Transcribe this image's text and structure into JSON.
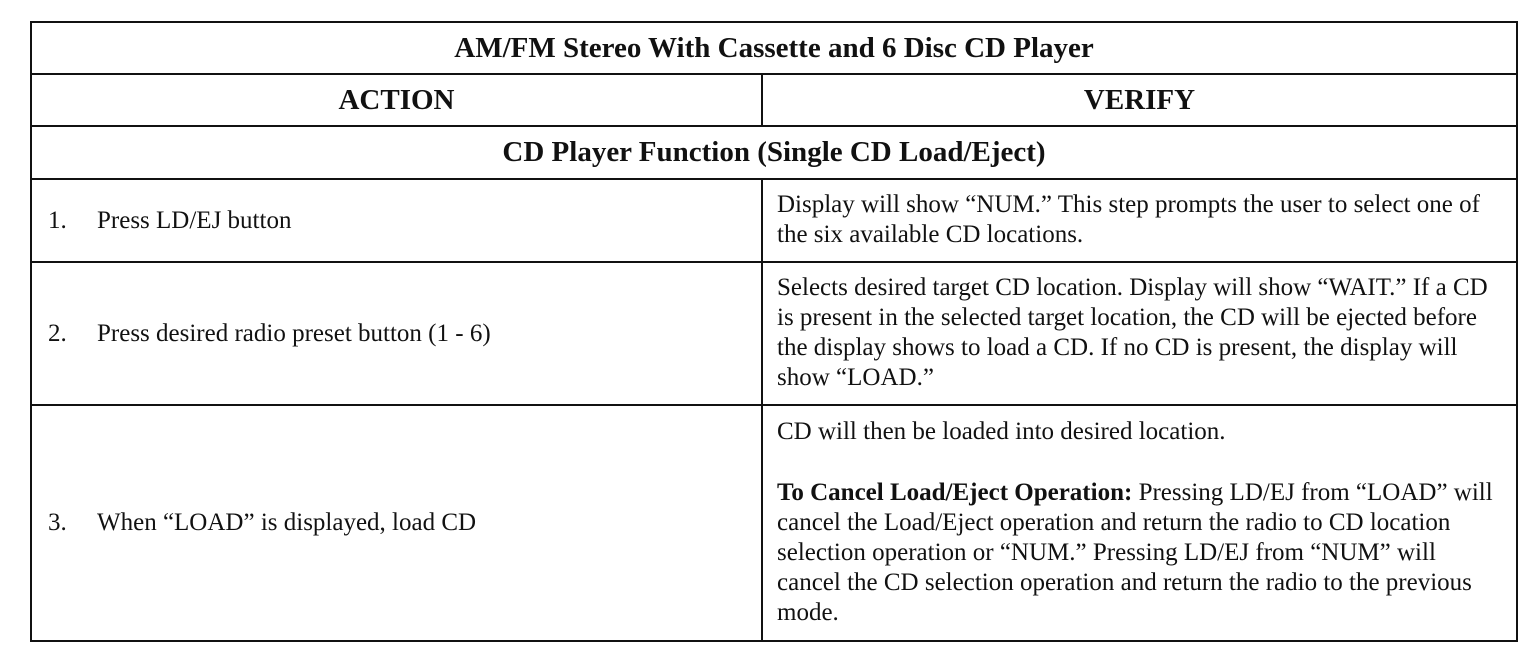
{
  "table": {
    "title": "AM/FM Stereo With Cassette and 6 Disc CD Player",
    "headers": {
      "action": "ACTION",
      "verify": "VERIFY"
    },
    "section": "CD Player Function (Single CD Load/Eject)",
    "rows": [
      {
        "num": "1.",
        "action": "Press LD/EJ button",
        "verify": "Display will show “NUM.” This step prompts the user to select one of the six available CD locations."
      },
      {
        "num": "2.",
        "action": "Press desired radio preset button (1 - 6)",
        "verify": "Selects desired target CD location.  Display will show “WAIT.” If a CD is present in the selected target location, the CD will be ejected before the display shows to load a CD. If no CD is present, the display will show “LOAD.”"
      },
      {
        "num": "3.",
        "action": "When “LOAD” is displayed, load CD",
        "verify": "CD will then be loaded into desired location.",
        "verify_note_label": "To Cancel Load/Eject Operation:",
        "verify_note_text": " Pressing LD/EJ from “LOAD” will cancel the Load/Eject operation and return the radio to CD location selection operation or “NUM.” Pressing LD/EJ from “NUM” will cancel the CD selection operation and return the radio to the previous mode."
      }
    ]
  }
}
